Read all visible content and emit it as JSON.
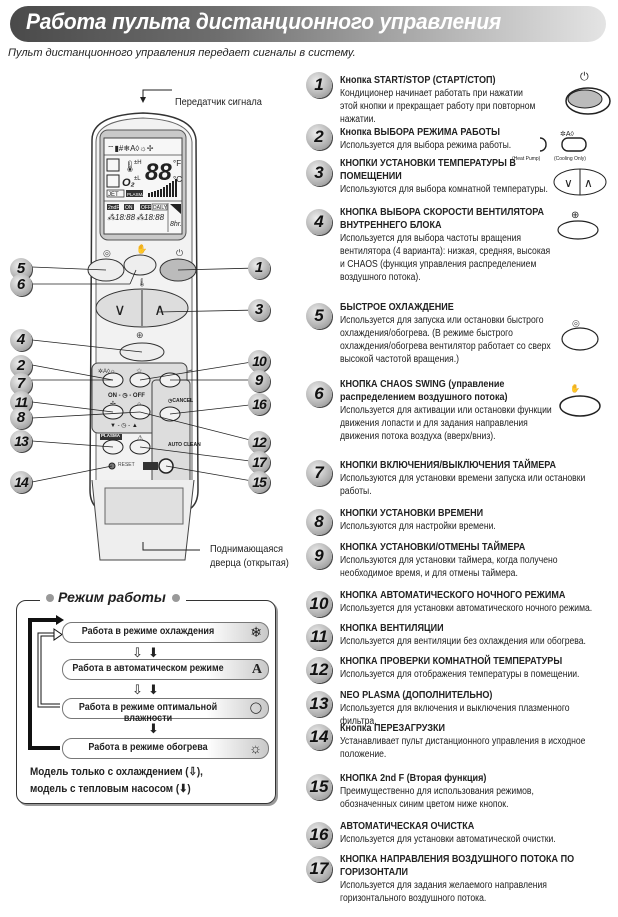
{
  "header": {
    "title": "Работа пульта дистанционного управления",
    "subtitle": "Пульт дистанционного управления передает сигналы в систему."
  },
  "remote": {
    "transmitter_label": "Передатчик сигнала",
    "door_label_line1": "Поднимающаяся",
    "door_label_line2": "дверца (открытая)",
    "lcd": {
      "digits": "88",
      "unit_f": "°F",
      "unit_c": "°C",
      "o2": "O₂",
      "jet": "JET",
      "plasma": "PLASMA",
      "second_f": "2ndF",
      "on": "ON",
      "off": "OFF",
      "daily": "DAILY",
      "time1": "18:88",
      "time2": "18:88",
      "hr": "8hr."
    },
    "button_labels": {
      "on_off": "ON - ◷ - OFF",
      "cancel": "◷CANCEL",
      "set": "◷SET",
      "auto_clean": "AUTO CLEAN",
      "time_adj": "▼ - ◷ - ▲",
      "plasma": "PLASMA",
      "reset": "RESET",
      "second_f": "2ndF"
    },
    "callouts": [
      "1",
      "2",
      "3",
      "4",
      "5",
      "6",
      "7",
      "8",
      "9",
      "10",
      "11",
      "12",
      "13",
      "14",
      "15",
      "16",
      "17"
    ]
  },
  "mode_box": {
    "title": "Режим работы",
    "modes": [
      {
        "label": "Работа в режиме охлаждения",
        "icon": "snowflake-icon",
        "glyph": "❄"
      },
      {
        "label": "Работа в автоматическом режиме",
        "icon": "auto-icon",
        "glyph": "A"
      },
      {
        "label": "Работа в режиме оптимальной влажности",
        "icon": "drop-icon",
        "glyph": "◯"
      },
      {
        "label": "Работа в режиме обогрева",
        "icon": "sun-icon",
        "glyph": "☼"
      }
    ],
    "arrow_hollow": "⇩",
    "arrow_solid": "⬇",
    "note_line1": "Модель только с охлаждением (⇩),",
    "note_line2": "модель с тепловым насосом (⬇)"
  },
  "items": [
    {
      "n": "1",
      "title": "Кнопка START/STOP (СТАРТ/СТОП)",
      "desc": "Кондиционер начинает работать при нажатии этой кнопки и прекращает работу при повторном нажатии."
    },
    {
      "n": "2",
      "title": "Кнопка ВЫБОРА РЕЖИМА РАБОТЫ",
      "desc": "Используется для выбора режима работы."
    },
    {
      "n": "3",
      "title": "КНОПКИ УСТАНОВКИ ТЕМПЕРАТУРЫ В ПОМЕЩЕНИИ",
      "desc": "Используются для выбора комнатной температуры."
    },
    {
      "n": "4",
      "title": "КНОПКА ВЫБОРА СКОРОСТИ ВЕНТИЛЯТОРА ВНУТРЕННЕГО БЛОКА",
      "desc": "Используется для выбора частоты вращения вентилятора (4 варианта): низкая, средняя, высокая и CHAOS (функция управления распределением воздушного потока)."
    },
    {
      "n": "5",
      "title": "БЫСТРОЕ ОХЛАЖДЕНИЕ",
      "desc": "Используется для запуска или остановки быстрого охлаждения/обогрева. (В режиме быстрого охлаждения/обогрева вентилятор работает со сверх высокой частотой вращения.)"
    },
    {
      "n": "6",
      "title": "КНОПКА CHAOS SWING (управление распределением воздушного потока)",
      "desc": "Используется для активации или остановки функции движения лопасти и для задания направления движения потока воздуха (вверх/вниз)."
    },
    {
      "n": "7",
      "title": "КНОПКИ ВКЛЮЧЕНИЯ/ВЫКЛЮЧЕНИЯ ТАЙМЕРА",
      "desc": "Используются для установки времени запуска или остановки работы."
    },
    {
      "n": "8",
      "title": "КНОПКИ УСТАНОВКИ ВРЕМЕНИ",
      "desc": "Используются для настройки времени."
    },
    {
      "n": "9",
      "title": "КНОПКА УСТАНОВКИ/ОТМЕНЫ ТАЙМЕРА",
      "desc": "Используются для установки таймера, когда получено необходимое время, и для отмены таймера."
    },
    {
      "n": "10",
      "title": "КНОПКА АВТОМАТИЧЕСКОГО НОЧНОГО РЕЖИМА",
      "desc": "Используется для установки автоматического ночного режима."
    },
    {
      "n": "11",
      "title": "КНОПКА ВЕНТИЛЯЦИИ",
      "desc": "Используется для вентиляции без охлаждения или обогрева."
    },
    {
      "n": "12",
      "title": "КНОПКА ПРОВЕРКИ КОМНАТНОЙ ТЕМПЕРАТУРЫ",
      "desc": "Используется для отображения температуры в помещении."
    },
    {
      "n": "13",
      "title": "NEO PLASMA (ДОПОЛНИТЕЛЬНО)",
      "desc": "Используется для включения и выключения плазменного фильтра."
    },
    {
      "n": "14",
      "title": "Кнопка ПЕРЕЗАГРУЗКИ",
      "desc": "Устанавливает пульт дистанционного управления в исходное положение."
    },
    {
      "n": "15",
      "title": "КНОПКА 2nd F (Вторая функция)",
      "desc": "Преимущественно для использования режимов, обозначенных синим цветом ниже кнопок."
    },
    {
      "n": "16",
      "title": "АВТОМАТИЧЕСКАЯ ОЧИСТКА",
      "desc": "Используется для установки автоматической очистки."
    },
    {
      "n": "17",
      "title": "КНОПКА НАПРАВЛЕНИЯ ВОЗДУШНОГО ПОТОКА ПО ГОРИЗОНТАЛИ",
      "desc": "Используется для задания желаемого направления горизонтального воздушного потока."
    }
  ],
  "side_icons": {
    "heat_pump": "(Heat Pump)",
    "cooling_only": "(Cooling Only)"
  }
}
